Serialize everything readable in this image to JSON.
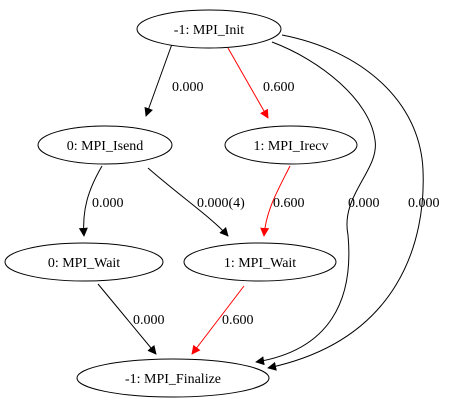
{
  "nodes": {
    "init": "-1: MPI_Init",
    "isend": "0: MPI_Isend",
    "irecv": "1: MPI_Irecv",
    "wait0": "0: MPI_Wait",
    "wait1": "1: MPI_Wait",
    "finalize": "-1: MPI_Finalize"
  },
  "edges": {
    "init_isend": "0.000",
    "init_irecv": "0.600",
    "isend_wait0": "0.000",
    "isend_wait1": "0.000(4)",
    "irecv_wait1": "0.600",
    "init_finalize_a": "0.000",
    "init_finalize_b": "0.000",
    "wait0_finalize": "0.000",
    "wait1_finalize": "0.600"
  },
  "colors": {
    "default_edge": "#000000",
    "critical_edge": "#ff0000",
    "node_fill": "#ffffff",
    "node_stroke": "#000000"
  }
}
